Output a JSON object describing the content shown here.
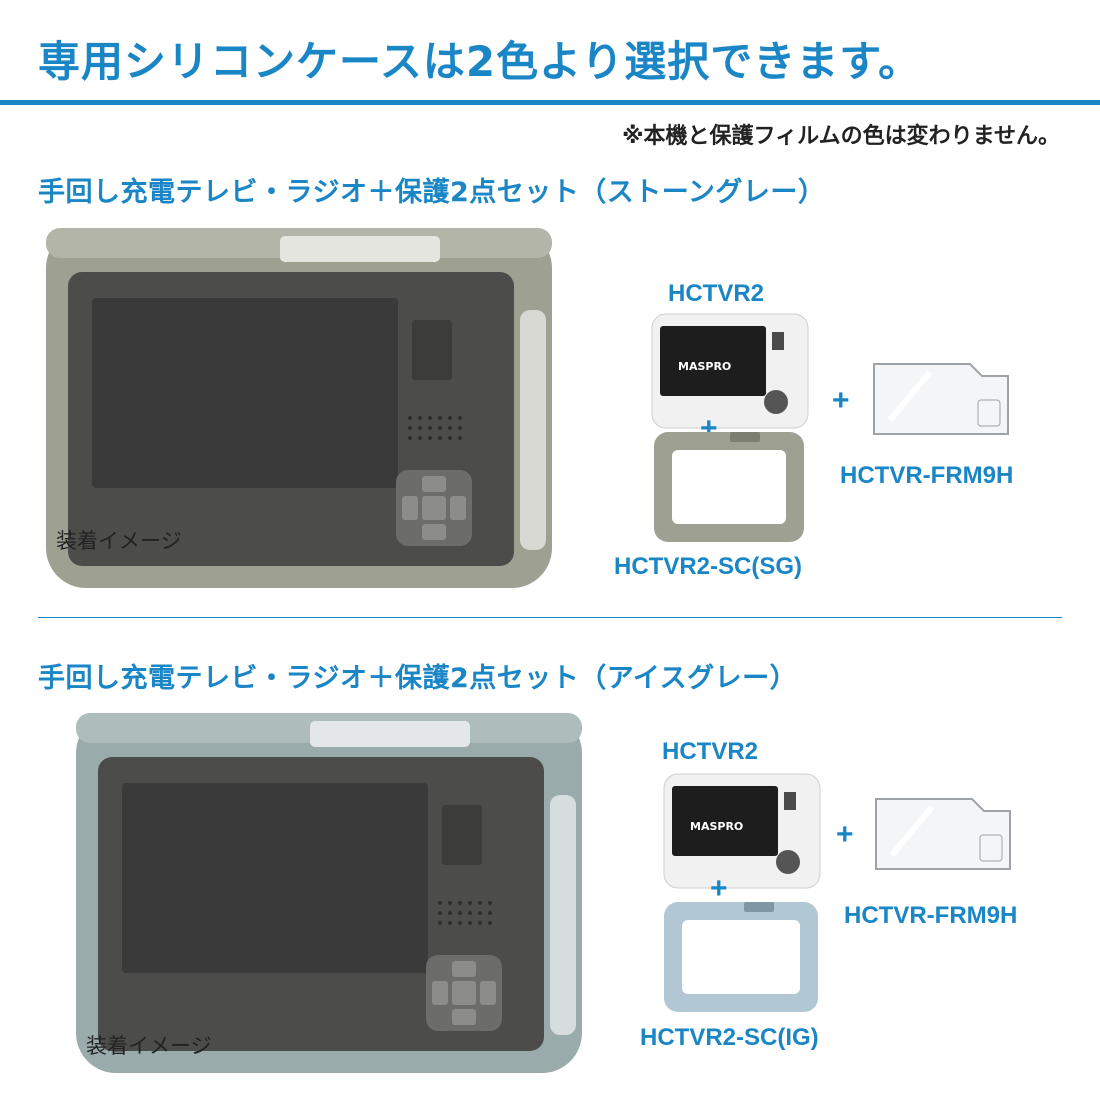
{
  "header": {
    "title": "専用シリコンケースは2色より選択できます。",
    "note": "※本機と保護フィルムの色は変わりません。"
  },
  "sections": [
    {
      "title": "手回し充電テレビ・ラジオ＋保護2点セット（ストーングレー）",
      "caption": "装着イメージ",
      "device_code": "HCTVR2",
      "film_code": "HCTVR-FRM9H",
      "case_code": "HCTVR2-SC(SG)",
      "plus_1": "+",
      "plus_2": "+",
      "case_color": "#9ea192",
      "brand": "MASPRO"
    },
    {
      "title": "手回し充電テレビ・ラジオ＋保護2点セット（アイスグレー）",
      "caption": "装着イメージ",
      "device_code": "HCTVR2",
      "film_code": "HCTVR-FRM9H",
      "case_code": "HCTVR2-SC(IG)",
      "plus_1": "+",
      "plus_2": "+",
      "case_color": "#9aabab",
      "brand": "MASPRO"
    }
  ]
}
